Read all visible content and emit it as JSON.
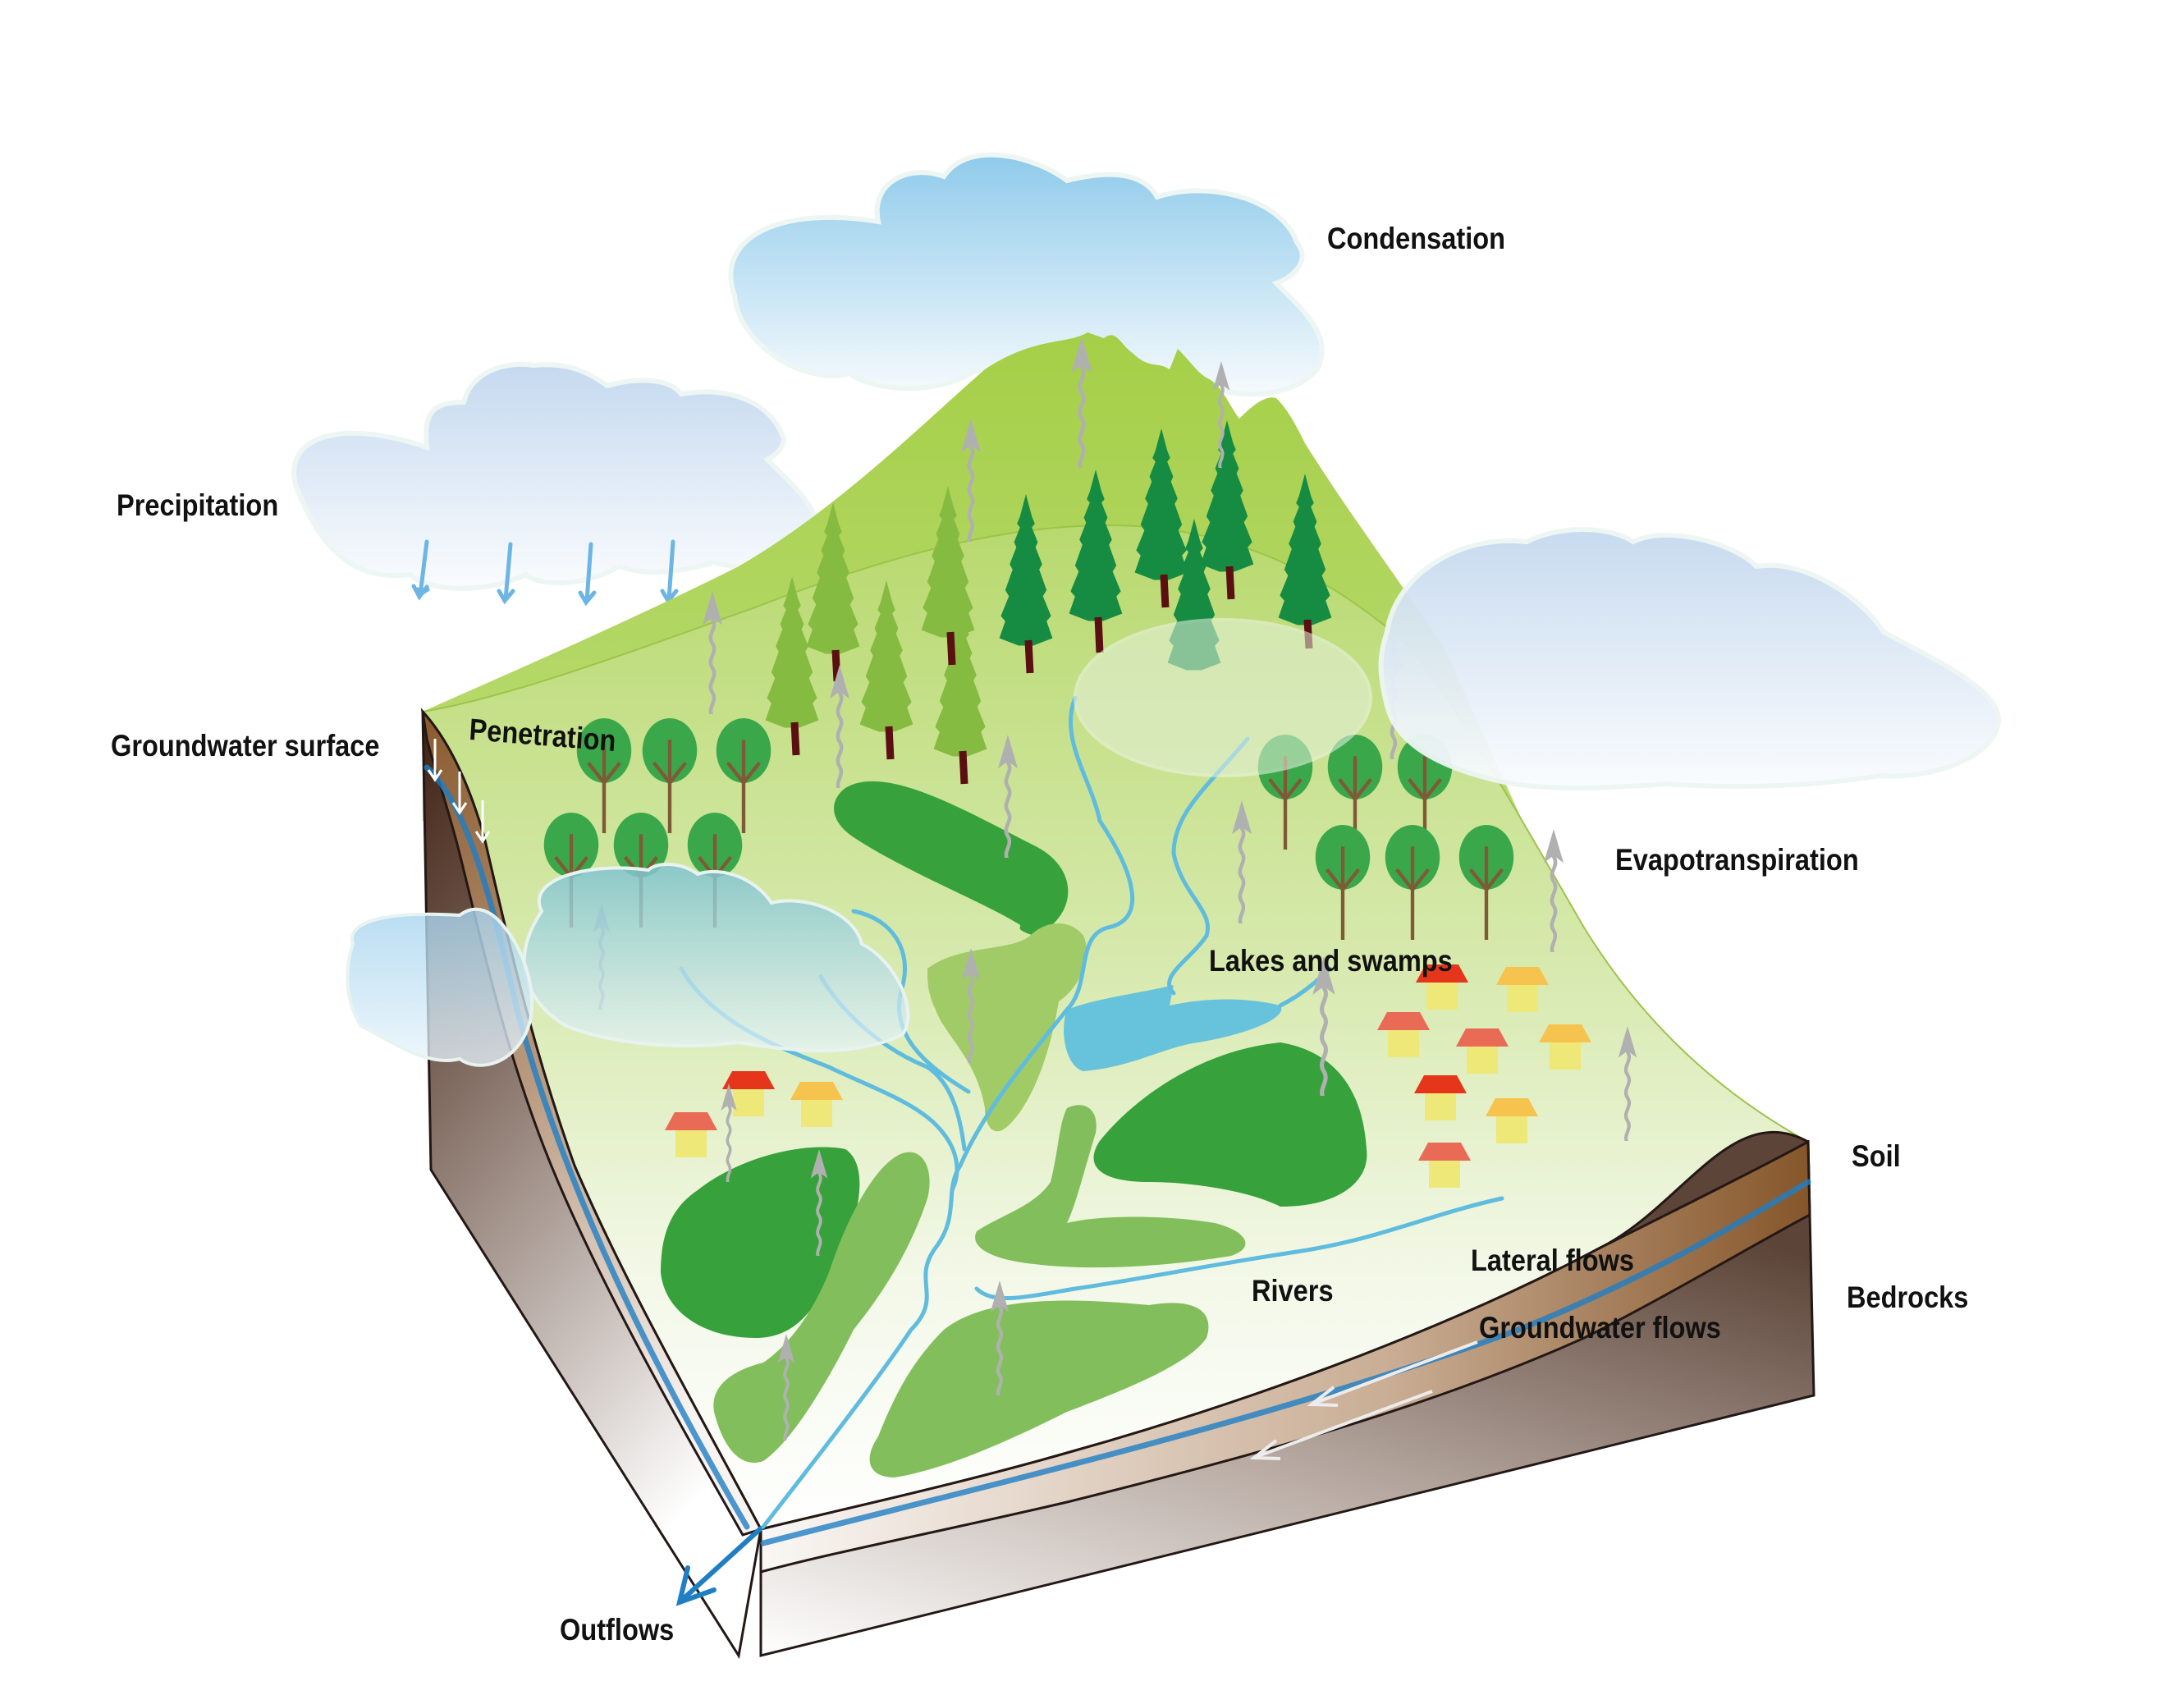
{
  "title": "Water cycle in a catchment",
  "labels": {
    "condensation": "Condensation",
    "precipitation": "Precipitation",
    "groundwater_surface": "Groundwater surface",
    "penetration": "Penetration",
    "evapotranspiration": "Evapotranspiration",
    "lakes_and_swamps": "Lakes and swamps",
    "soil": "Soil",
    "lateral_flows": "Lateral flows",
    "rivers": "Rivers",
    "groundwater_flows": "Groundwater flows",
    "bedrocks": "Bedrocks",
    "outflows": "Outflows"
  },
  "colors": {
    "cloud_top": "#8fcbeb",
    "cloud_soft_top": "#c7d9ef",
    "cloud_bottom": "#f6fafd",
    "mountain": "#a6cf4a",
    "ground_top": "#c5e08d",
    "ground_bottom": "#ffffff",
    "conifer_light": "#86bb41",
    "conifer_dark": "#168c43",
    "round_tree": "#3aa84a",
    "trunk_dark": "#5b0f12",
    "trunk_brown": "#7f5a36",
    "forest_patch": "#37a13b",
    "grass_patch": "#82bf5c",
    "grass_patch_light": "#a0cb66",
    "river": "#5fbcde",
    "lake": "#66c3db",
    "soil": "#8a5a2e",
    "bedrock": "#6b5347",
    "groundwater": "#1f7ec4",
    "vapor_arrow": "#b4b4b4",
    "rain": "#6cb5e4",
    "roof_red": "#e5361c",
    "roof_salmon": "#ea6b55",
    "roof_orange": "#f6c34e",
    "house_wall": "#ede878"
  },
  "houses": [
    {
      "roof": "roof_red"
    },
    {
      "roof": "roof_orange"
    },
    {
      "roof": "roof_salmon"
    },
    {
      "roof": "roof_red"
    },
    {
      "roof": "roof_orange"
    },
    {
      "roof": "roof_salmon"
    },
    {
      "roof": "roof_salmon"
    },
    {
      "roof": "roof_orange"
    },
    {
      "roof": "roof_red"
    },
    {
      "roof": "roof_orange"
    },
    {
      "roof": "roof_salmon"
    }
  ]
}
